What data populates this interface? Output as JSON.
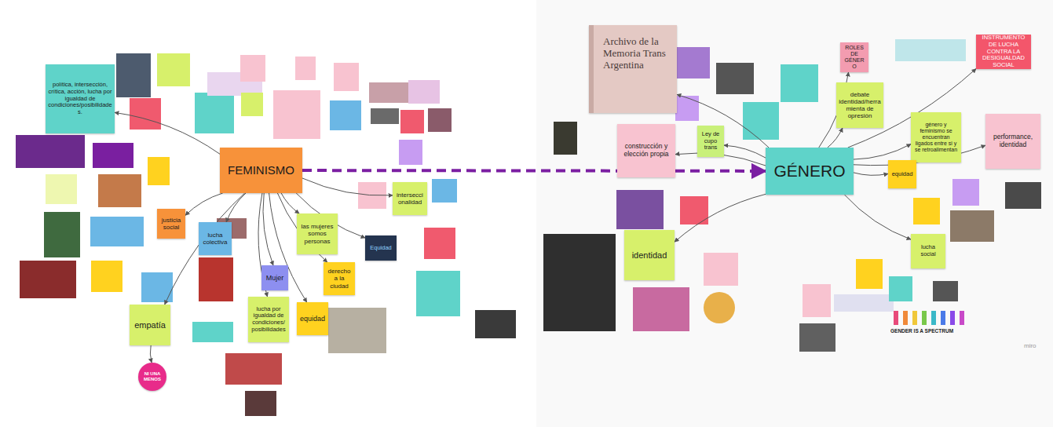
{
  "diagram": {
    "nodes": [
      {
        "text": [
          "FEMINISMO"
        ]
      },
      {
        "text": [
          "política, intersección, crítica, acción, lucha por igualdad de condiciones/posibilidades."
        ]
      },
      {
        "text": [
          "justicia social"
        ]
      },
      {
        "text": [
          "lucha colectiva"
        ]
      },
      {
        "text": [
          "Mujer"
        ]
      },
      {
        "text": [
          "empatía"
        ]
      },
      {
        "text": [
          "lucha por igualdad de condiciones/ posibilidades"
        ]
      },
      {
        "text": [
          "equidad"
        ]
      },
      {
        "text": [
          "derecho a la ciudad"
        ]
      },
      {
        "text": [
          "las mujeres somos personas"
        ]
      },
      {
        "text": [
          "interseccionalidad"
        ]
      },
      {
        "text": [
          "Equidad"
        ]
      },
      {
        "text": [
          "NI UNA MENOS"
        ]
      },
      {
        "text": [
          "GÉNERO"
        ]
      },
      {
        "text": [
          "Archivo de la Memoria Trans Argentina"
        ]
      },
      {
        "text": [
          "construcción y elección propia"
        ]
      },
      {
        "text": [
          "Ley de cupo trans"
        ]
      },
      {
        "text": [
          "ROLES DE GÉNERO"
        ]
      },
      {
        "text": [
          "debate identidad/herramienta de opresión"
        ]
      },
      {
        "text": [
          "INSTRUMENTO DE LUCHA CONTRA LA DESIGUALDAD SOCIAL"
        ]
      },
      {
        "text": [
          "género y feminismo se encuentran ligados entre si y se retroalimentan"
        ]
      },
      {
        "text": [
          "performance, identidad"
        ]
      },
      {
        "text": [
          "equidad"
        ]
      },
      {
        "text": [
          "identidad"
        ]
      },
      {
        "text": [
          "lucha social"
        ]
      }
    ],
    "edges": [
      {
        "from": 0,
        "to": 13,
        "arrow": "to"
      },
      {
        "from": 0,
        "to": 1,
        "arrow": "to"
      },
      {
        "from": 0,
        "to": 2,
        "arrow": "to"
      },
      {
        "from": 0,
        "to": 3,
        "arrow": "to"
      },
      {
        "from": 0,
        "to": 4,
        "arrow": "to"
      },
      {
        "from": 0,
        "to": 5,
        "arrow": "to"
      },
      {
        "from": 0,
        "to": 6,
        "arrow": "to"
      },
      {
        "from": 0,
        "to": 7,
        "arrow": "to"
      },
      {
        "from": 0,
        "to": 8,
        "arrow": "to"
      },
      {
        "from": 0,
        "to": 9,
        "arrow": "to"
      },
      {
        "from": 0,
        "to": 10,
        "arrow": "to"
      },
      {
        "from": 0,
        "to": 11,
        "arrow": "to"
      },
      {
        "from": 5,
        "to": 12,
        "arrow": "to"
      },
      {
        "from": 13,
        "to": 14,
        "arrow": "to"
      },
      {
        "from": 13,
        "to": 15,
        "arrow": "to"
      },
      {
        "from": 13,
        "to": 16,
        "arrow": "to"
      },
      {
        "from": 13,
        "to": 17,
        "arrow": "to"
      },
      {
        "from": 13,
        "to": 18,
        "arrow": "to"
      },
      {
        "from": 13,
        "to": 19,
        "arrow": "to"
      },
      {
        "from": 13,
        "to": 20,
        "arrow": "to"
      },
      {
        "from": 13,
        "to": 21,
        "arrow": "to"
      },
      {
        "from": 13,
        "to": 22,
        "arrow": "to"
      },
      {
        "from": 13,
        "to": 23,
        "arrow": "to"
      },
      {
        "from": 13,
        "to": 24,
        "arrow": "to"
      }
    ],
    "labels": [
      "GENDER IS A SPECTRUM",
      "miro"
    ]
  }
}
